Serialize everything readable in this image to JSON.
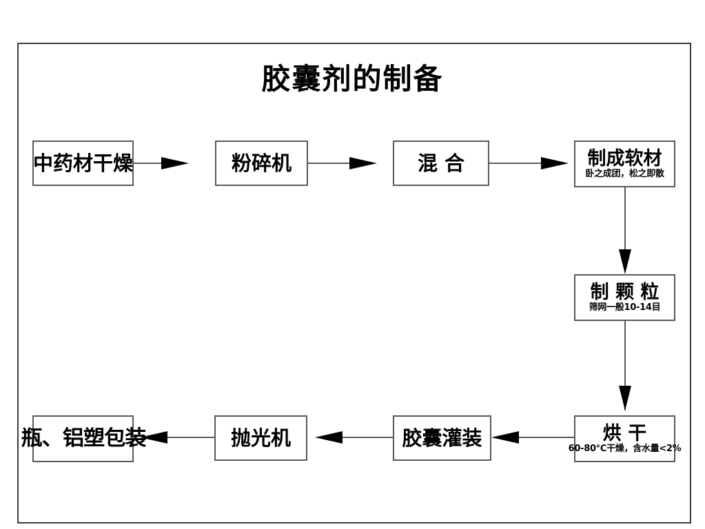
{
  "diagram": {
    "title": "胶囊剂的制备",
    "frame": {
      "visible": true
    },
    "nodes": [
      {
        "id": "dry-herbs",
        "label": "中药材干燥",
        "sub": ""
      },
      {
        "id": "pulverizer",
        "label": "粉碎机",
        "sub": ""
      },
      {
        "id": "mixing",
        "label": "混  合",
        "sub": ""
      },
      {
        "id": "soft-material",
        "label": "制成软材",
        "sub": "卧之成团，松之即散"
      },
      {
        "id": "granulation",
        "label": "制 颗 粒",
        "sub": "筛网一般10-14目"
      },
      {
        "id": "oven-drying",
        "label": "烘  干",
        "sub": "60-80℃干燥，含水量<2%"
      },
      {
        "id": "capsule-filling",
        "label": "胶囊灌装",
        "sub": ""
      },
      {
        "id": "polisher",
        "label": "抛光机",
        "sub": ""
      },
      {
        "id": "packaging",
        "label": "瓶、铝塑包装",
        "sub": ""
      }
    ],
    "edges": [
      {
        "from": "dry-herbs",
        "to": "pulverizer",
        "direction": "right"
      },
      {
        "from": "pulverizer",
        "to": "mixing",
        "direction": "right"
      },
      {
        "from": "mixing",
        "to": "soft-material",
        "direction": "right"
      },
      {
        "from": "soft-material",
        "to": "granulation",
        "direction": "down"
      },
      {
        "from": "granulation",
        "to": "oven-drying",
        "direction": "down"
      },
      {
        "from": "oven-drying",
        "to": "capsule-filling",
        "direction": "left"
      },
      {
        "from": "capsule-filling",
        "to": "polisher",
        "direction": "left"
      },
      {
        "from": "polisher",
        "to": "packaging",
        "direction": "left"
      }
    ],
    "colors": {
      "background": "#ffffff",
      "box_border": "#585858",
      "frame_border": "#3b3b3b",
      "connector": "#5a5a5a",
      "arrow_fill": "#000000",
      "text": "#000000"
    }
  }
}
